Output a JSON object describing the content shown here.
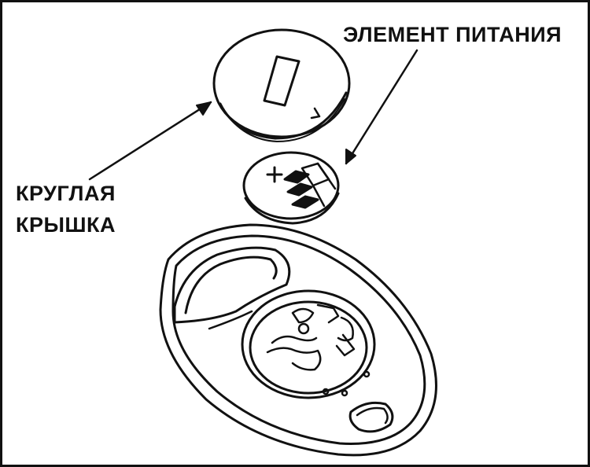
{
  "labels": {
    "battery": "ЭЛЕМЕНТ ПИТАНИЯ",
    "cover_line1": "КРУГЛАЯ",
    "cover_line2": "КРЫШКА"
  },
  "colors": {
    "ink": "#111111",
    "paper": "#ffffff"
  },
  "icons": {
    "cover": "round-cover-icon",
    "battery": "coin-battery-icon",
    "fob": "key-fob-housing-icon"
  }
}
